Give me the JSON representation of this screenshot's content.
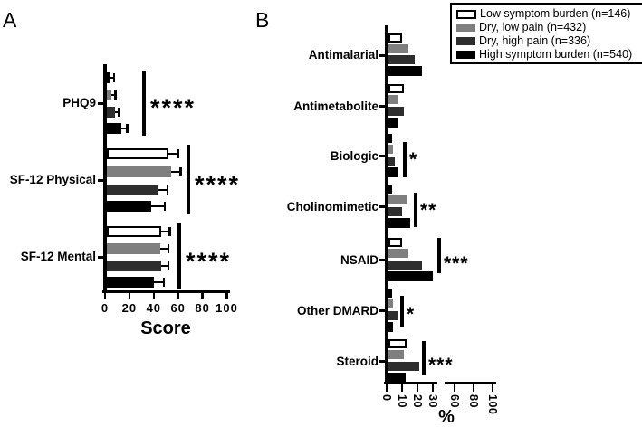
{
  "panels": {
    "a": "A",
    "b": "B"
  },
  "legend": {
    "items": [
      {
        "label": "Low symptom burden (n=146)",
        "color": "#ffffff",
        "outlined": true
      },
      {
        "label": "Dry, low pain (n=432)",
        "color": "#7f7f7f",
        "outlined": false
      },
      {
        "label": "Dry, high pain (n=336)",
        "color": "#2e2e2e",
        "outlined": false
      },
      {
        "label": "High symptom burden (n=540)",
        "color": "#000000",
        "outlined": false
      }
    ]
  },
  "chart_data": [
    {
      "id": "panel_a",
      "type": "bar",
      "orientation": "horizontal",
      "xlabel": "Score",
      "xlim": [
        0,
        100
      ],
      "x_ticks": [
        0,
        20,
        40,
        60,
        80,
        100
      ],
      "grid": false,
      "categories": [
        "PHQ9",
        "SF-12 Physical",
        "SF-12 Mental"
      ],
      "series": [
        {
          "name": "Low symptom burden (n=146)",
          "values": [
            3,
            51,
            45
          ],
          "errors": [
            3.5,
            8,
            7
          ]
        },
        {
          "name": "Dry, low pain (n=432)",
          "values": [
            4,
            53,
            44
          ],
          "errors": [
            3.5,
            8,
            7
          ]
        },
        {
          "name": "Dry, high pain (n=336)",
          "values": [
            7,
            42,
            45
          ],
          "errors": [
            3,
            8,
            6
          ]
        },
        {
          "name": "High symptom burden (n=540)",
          "values": [
            12,
            37,
            39
          ],
          "errors": [
            5,
            11,
            8
          ]
        }
      ],
      "significance": [
        {
          "category": "PHQ9",
          "stars": "****"
        },
        {
          "category": "SF-12 Physical",
          "stars": "****"
        },
        {
          "category": "SF-12 Mental",
          "stars": "****"
        }
      ]
    },
    {
      "id": "panel_b",
      "type": "bar",
      "orientation": "horizontal",
      "xlabel": "%",
      "xlim": [
        0,
        100
      ],
      "x_ticks": [
        0,
        10,
        20,
        30,
        60,
        80,
        100
      ],
      "axis_break_between": [
        30,
        60
      ],
      "grid": false,
      "categories": [
        "Antimalarial",
        "Antimetabolite",
        "Biologic",
        "Cholinomimetic",
        "NSAID",
        "Other DMARD",
        "Steroid"
      ],
      "series": [
        {
          "name": "Low symptom burden (n=146)",
          "values": [
            9,
            10,
            0.5,
            1,
            9,
            2.5,
            12
          ]
        },
        {
          "name": "Dry, low pain (n=432)",
          "values": [
            13,
            6.5,
            3.5,
            12,
            13,
            3,
            10
          ]
        },
        {
          "name": "Dry, high pain (n=336)",
          "values": [
            17,
            10,
            4.5,
            9,
            22,
            6,
            20
          ]
        },
        {
          "name": "High symptom burden (n=540)",
          "values": [
            22,
            7,
            6.5,
            14.5,
            29,
            3.5,
            11.5
          ]
        }
      ],
      "significance": [
        {
          "category": "Biologic",
          "stars": "*"
        },
        {
          "category": "Cholinomimetic",
          "stars": "**"
        },
        {
          "category": "NSAID",
          "stars": "***"
        },
        {
          "category": "Other DMARD",
          "stars": "*"
        },
        {
          "category": "Steroid",
          "stars": "***"
        }
      ]
    }
  ]
}
